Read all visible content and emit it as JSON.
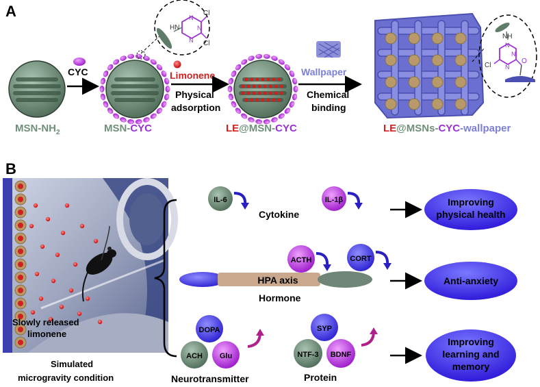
{
  "panel_a": {
    "letter": "A",
    "step1_reagent": "CYC",
    "step2_reagent": "Limonene",
    "step2_process_line1": "Physical",
    "step2_process_line2": "adsorption",
    "step3_reagent": "Wallpaper",
    "step3_process_line1": "Chemical",
    "step3_process_line2": "binding",
    "label_msn": "MSN-NH",
    "label_msn_sub": "2",
    "label_msncyc_a": "MSN-",
    "label_msncyc_b": "CYC",
    "label_le_a": "LE",
    "label_le_b": "@MSN-",
    "label_le_c": "CYC",
    "label_final_a": "LE",
    "label_final_b": "@MSNs-",
    "label_final_c": "CYC",
    "label_final_d": "-wallpaper",
    "chem_nh": "HN",
    "chem_n1": "N",
    "chem_n2": "N",
    "chem_n3": "N",
    "chem_cl1": "Cl",
    "chem_cl2": "Cl",
    "chem2_nh": "NH",
    "chem2_n1": "N",
    "chem2_n2": "N",
    "chem2_n3": "N",
    "chem2_cl": "Cl",
    "chem2_o": "O"
  },
  "panel_b": {
    "letter": "B",
    "photo_text_line1": "Slowly released",
    "photo_text_line2": "limonene",
    "caption_line1": "Simulated",
    "caption_line2": "microgravity condition",
    "il6": "IL-6",
    "il1b": "IL-1β",
    "cytokine": "Cytokine",
    "acth": "ACTH",
    "cort": "CORT",
    "hpa": "HPA axis",
    "hormone": "Hormone",
    "dopa": "DOPA",
    "ach": "ACH",
    "glu": "Glu",
    "neuro": "Neurotransmitter",
    "syp": "SYP",
    "ntf3": "NTF-3",
    "bdnf": "BDNF",
    "protein": "Protein",
    "out1_line1": "Improving",
    "out1_line2": "physical health",
    "out2": "Anti-anxiety",
    "out3_line1": "Improving",
    "out3_line2": "learning and",
    "out3_line3": "memory"
  },
  "colors": {
    "msn_green": "#6f8f78",
    "cyc_purple": "#9b2fd6",
    "limonene_red": "#d02020",
    "wallpaper_blue": "#7b7fd6",
    "outcome_blue": "#3a2fe0"
  }
}
